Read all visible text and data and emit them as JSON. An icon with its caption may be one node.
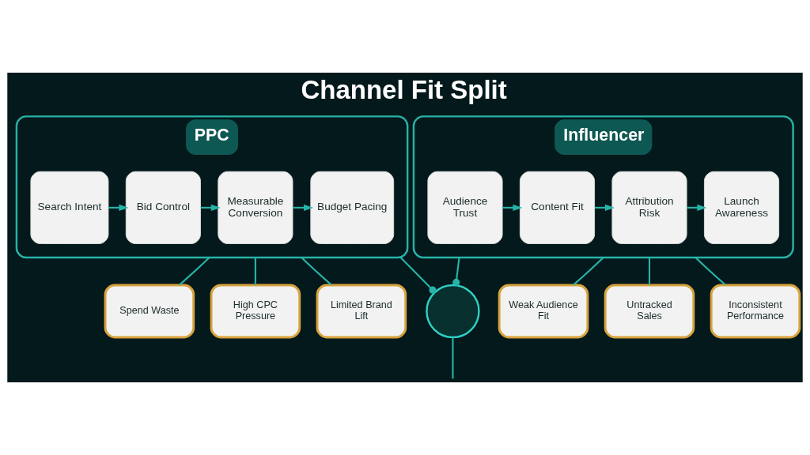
{
  "diagram": {
    "title": "Channel Fit Split",
    "nodes": [
      {
        "text": [
          "PPC"
        ]
      },
      {
        "text": [
          "Search Intent"
        ],
        "in": 0
      },
      {
        "text": [
          "Bid Control"
        ],
        "in": 0
      },
      {
        "text": [
          "Measurable Conversion"
        ],
        "in": 0
      },
      {
        "text": [
          "Budget Pacing"
        ],
        "in": 0
      },
      {
        "text": [
          "Influencer"
        ]
      },
      {
        "text": [
          "Audience Trust"
        ],
        "in": 5
      },
      {
        "text": [
          "Content Fit"
        ],
        "in": 5
      },
      {
        "text": [
          "Attribution Risk"
        ],
        "in": 5
      },
      {
        "text": [
          "Launch Awareness"
        ],
        "in": 5
      },
      {
        "text": [],
        "shape": "circle"
      },
      {
        "text": [
          "Spend Waste"
        ]
      },
      {
        "text": [
          "High CPC Pressure"
        ]
      },
      {
        "text": [
          "Limited Brand Lift"
        ]
      },
      {
        "text": [
          "Weak Audience Fit"
        ]
      },
      {
        "text": [
          "Untracked Sales"
        ]
      },
      {
        "text": [
          "Inconsistent Performance"
        ]
      }
    ],
    "edges": [
      {
        "from": 1,
        "to": 2,
        "arrow": "to"
      },
      {
        "from": 2,
        "to": 3,
        "arrow": "to"
      },
      {
        "from": 3,
        "to": 4,
        "arrow": "to"
      },
      {
        "from": 6,
        "to": 7,
        "arrow": "to"
      },
      {
        "from": 7,
        "to": 8,
        "arrow": "to"
      },
      {
        "from": 8,
        "to": 9,
        "arrow": "to"
      },
      {
        "from": 0,
        "to": 10,
        "arrow": "other"
      },
      {
        "from": 5,
        "to": 10,
        "arrow": "other"
      },
      {
        "from": 10,
        "to": null,
        "arrow": "none"
      },
      {
        "from": 0,
        "to": 11,
        "arrow": "none"
      },
      {
        "from": 0,
        "to": 12,
        "arrow": "none"
      },
      {
        "from": 0,
        "to": 13,
        "arrow": "none"
      },
      {
        "from": 5,
        "to": 14,
        "arrow": "none"
      },
      {
        "from": 5,
        "to": 15,
        "arrow": "none"
      },
      {
        "from": 5,
        "to": 16,
        "arrow": "none"
      }
    ]
  }
}
